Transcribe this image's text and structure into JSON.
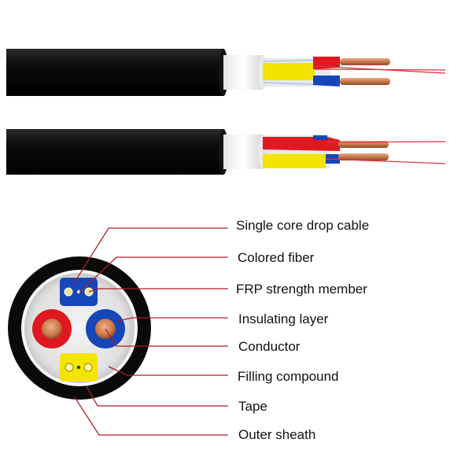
{
  "labels": {
    "single_core_drop_cable": "Single core drop cable",
    "colored_fiber": "Colored fiber",
    "frp_strength_member": "FRP strength member",
    "insulating_layer": "Insulating layer",
    "conductor": "Conductor",
    "filling_compound": "Filling compound",
    "tape": "Tape",
    "outer_sheath": "Outer sheath"
  },
  "colors": {
    "sheath": "#111111",
    "tape": "#f4f4f4",
    "red_insulation": "#e01820",
    "blue_insulation": "#1646b8",
    "yellow_unit": "#f5e400",
    "copper": "#c8794a",
    "leader_line": "#b01c28",
    "fiber": "#e0303c"
  }
}
